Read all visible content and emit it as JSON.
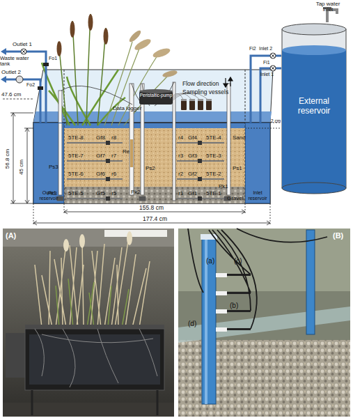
{
  "diagram": {
    "nodes": [
      {
        "text": [
          "External reservoir"
        ]
      },
      {
        "text": [
          "Inlet reservoir"
        ]
      },
      {
        "text": [
          "Outlet reservoir"
        ]
      },
      {
        "text": [
          "Peristaltic-pump"
        ]
      }
    ],
    "edges": [
      {
        "from": 0,
        "to": 1,
        "arrow": "none"
      },
      {
        "from": 0,
        "to": 1,
        "arrow": "none"
      }
    ],
    "labels": [
      "Tap water inlet",
      "Outlet 1",
      "Waste water tank",
      "Outlet 2",
      "Fo1",
      "Fo2",
      "Flow direction",
      "Data logger",
      "Sampling vessels",
      "Fi2",
      "Inlet 2",
      "Fi1",
      "Inlet 1",
      "47.6 cm",
      "2 cm",
      "56.8 cm",
      "45 cm",
      "5TE-8",
      "Gf8",
      "r8",
      "r4",
      "Gf4",
      "5TE-4",
      "Sand",
      "5TE-7",
      "Gf7",
      "r7",
      "Re",
      "r3",
      "Gf3",
      "5TE-3",
      "Ps3",
      "Ps2",
      "Ps1",
      "5TE-6",
      "Gf6",
      "r6",
      "r2",
      "Gf2",
      "5TE-2",
      "5TE-5",
      "Gf5",
      "r5",
      "Pk3",
      "Pk2",
      "r1",
      "Gf1",
      "5TE-1",
      "Pk1",
      "Gravel",
      "155.8 cm",
      "177.4 cm",
      "(A)",
      "(B)",
      "(a)",
      "(c)",
      "(b)",
      "(d)"
    ]
  }
}
